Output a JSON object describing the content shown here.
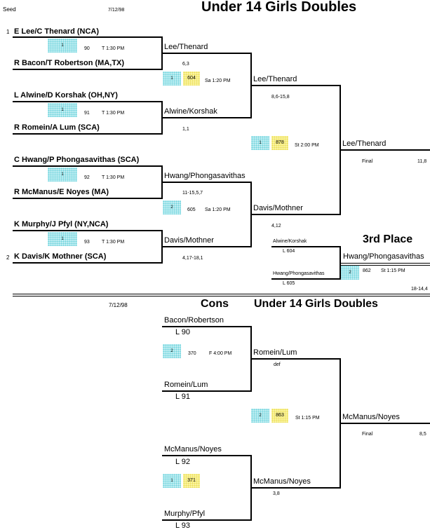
{
  "header": {
    "seed_label": "Seed",
    "date": "7/12/98",
    "title": "Under 14 Girls Doubles"
  },
  "main": {
    "seeds": [
      "1",
      "2"
    ],
    "entries": [
      "E Lee/C Thenard (NCA)",
      "R Bacon/T Robertson (MA,TX)",
      "L Alwine/D Korshak (OH,NY)",
      "R Romein/A Lum (SCA)",
      "C Hwang/P Phongasavithas (SCA)",
      "R McManus/E Noyes (MA)",
      "K Murphy/J Pfyl (NY,NCA)",
      "K Davis/K Mothner (SCA)"
    ],
    "r1": [
      {
        "court": "1",
        "match": "90",
        "time": "T 1:30 PM"
      },
      {
        "court": "1",
        "match": "91",
        "time": "T 1:30 PM"
      },
      {
        "court": "1",
        "match": "92",
        "time": "T 1:30 PM"
      },
      {
        "court": "1",
        "match": "93",
        "time": "T 1:30 PM"
      }
    ],
    "r2": [
      {
        "name": "Lee/Thenard",
        "score": "6,3"
      },
      {
        "name": "Alwine/Korshak",
        "score": "1,1"
      },
      {
        "name": "Hwang/Phongasavithas",
        "score": "11-15,5,7"
      },
      {
        "name": "Davis/Mothner",
        "score": "4,17-18,1"
      }
    ],
    "r2_matches": [
      {
        "court": "1",
        "match": "604",
        "time": "Sa 1:20 PM"
      },
      {
        "court": "2",
        "match": "605",
        "time": "Sa 1:20 PM"
      }
    ],
    "semi": [
      {
        "name": "Lee/Thenard",
        "score": "8,6-15,8"
      },
      {
        "name": "Davis/Mothner",
        "score": "4,12"
      }
    ],
    "final_match": {
      "court": "1",
      "match": "878",
      "time": "St 2:00 PM"
    },
    "final": {
      "name": "Lee/Thenard",
      "label": "Final",
      "score": "11,8"
    },
    "third": {
      "title": "3rd Place",
      "p1": "Alwine/Korshak",
      "p1_loser": "L 604",
      "p2": "Hwang/Phongasavithas",
      "p2_loser": "L 605",
      "court": "2",
      "match": "862",
      "time": "St     1:15 PM",
      "winner": "Hwang/Phongasavithas",
      "score": "18-14,4"
    }
  },
  "cons": {
    "date": "7/12/98",
    "label": "Cons",
    "title": "Under 14 Girls Doubles",
    "entries": [
      {
        "name": "Bacon/Robertson",
        "loser": "L  90"
      },
      {
        "name": "Romein/Lum",
        "loser": "L  91"
      },
      {
        "name": "McManus/Noyes",
        "loser": "L  92"
      },
      {
        "name": "Murphy/Pfyl",
        "loser": "L  93"
      }
    ],
    "r1": [
      {
        "court": "2",
        "match": "370",
        "time": "F 4:00 PM"
      },
      {
        "court": "1",
        "match": "371"
      }
    ],
    "semi": [
      {
        "name": "Romein/Lum",
        "score": "def"
      },
      {
        "name": "McManus/Noyes",
        "score": "3,8"
      }
    ],
    "final_match": {
      "court": "2",
      "match": "863",
      "time": "St 1:15 PM"
    },
    "final": {
      "name": "McManus/Noyes",
      "label": "Final",
      "score": "8,5"
    }
  }
}
